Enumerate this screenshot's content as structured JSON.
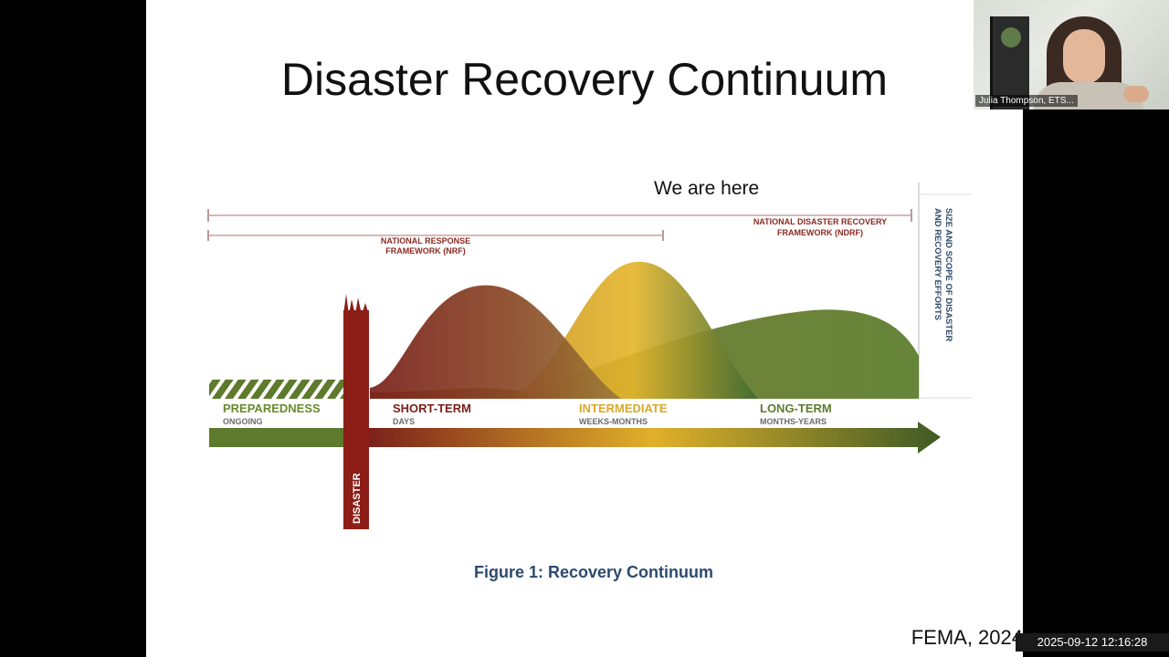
{
  "slide": {
    "title": "Disaster Recovery Continuum",
    "annotation": "We are here",
    "caption": "Figure 1: Recovery Continuum",
    "citation": "FEMA, 2024"
  },
  "diagram": {
    "nrf_label_line1": "NATIONAL RESPONSE",
    "nrf_label_line2": "FRAMEWORK (NRF)",
    "ndrf_label_line1": "NATIONAL DISASTER RECOVERY",
    "ndrf_label_line2": "FRAMEWORK (NDRF)",
    "side_label_line1": "SIZE AND SCOPE OF DISASTER",
    "side_label_line2": "AND RECOVERY EFFORTS",
    "disaster_label": "DISASTER",
    "phases": [
      {
        "name": "PREPAREDNESS",
        "sub": "ONGOING",
        "color": "#6a8a2e"
      },
      {
        "name": "SHORT-TERM",
        "sub": "DAYS",
        "color": "#7a1f1a"
      },
      {
        "name": "INTERMEDIATE",
        "sub": "WEEKS-MONTHS",
        "color": "#d8a92a"
      },
      {
        "name": "LONG-TERM",
        "sub": "MONTHS-YEARS",
        "color": "#5e7a2c"
      }
    ]
  },
  "webcam": {
    "participant_name": "Julia Thompson, ETS..."
  },
  "recording": {
    "timestamp": "2025-09-12  12:16:28"
  }
}
